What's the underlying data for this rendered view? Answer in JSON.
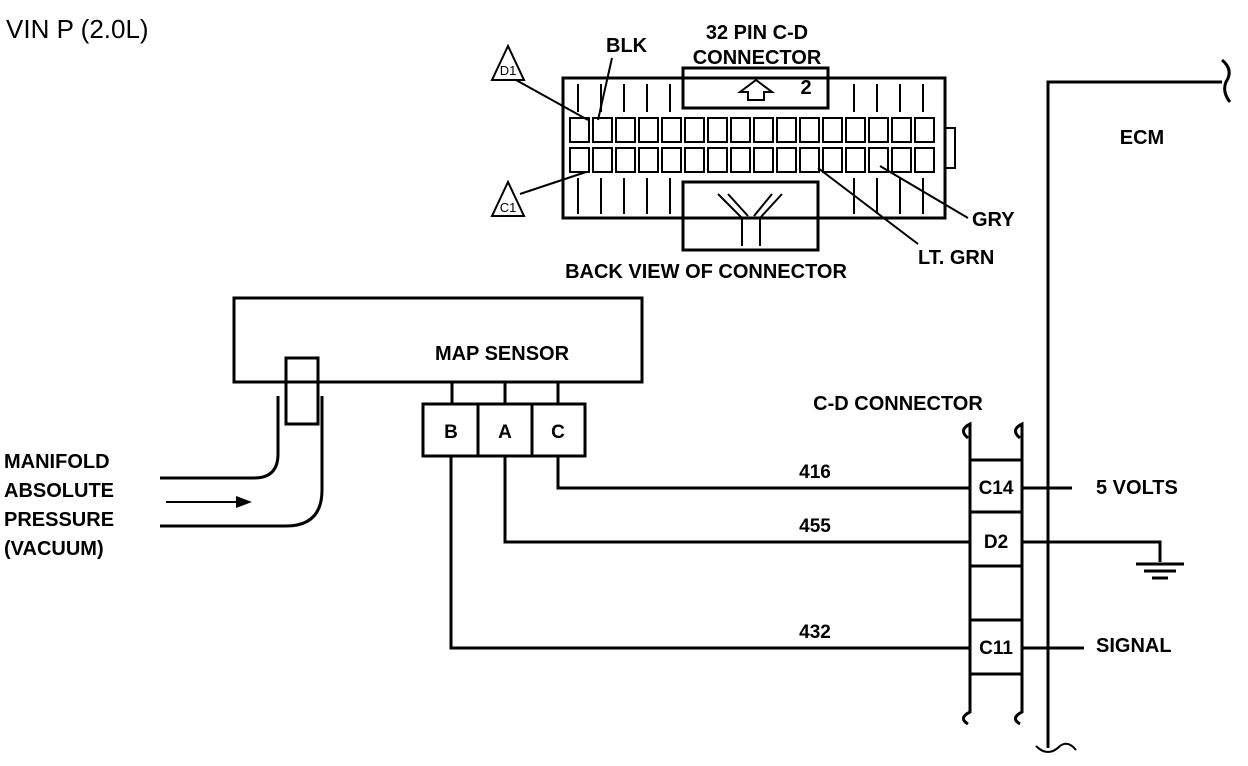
{
  "title": "VIN P (2.0L)",
  "connector_top": {
    "title_line1": "32 PIN C-D",
    "title_line2": "CONNECTOR",
    "view_label": "BACK VIEW OF CONNECTOR",
    "pin_number": "2",
    "callout_d1": "D1",
    "callout_c1": "C1",
    "wire_blk": "BLK",
    "wire_gry": "GRY",
    "wire_ltgrn": "LT. GRN"
  },
  "ecm": {
    "label": "ECM"
  },
  "map_sensor": {
    "label": "MAP SENSOR",
    "terminals": [
      "B",
      "A",
      "C"
    ]
  },
  "cd_connector": {
    "label": "C-D CONNECTOR",
    "pins": [
      "C14",
      "D2",
      "C11"
    ]
  },
  "wires": [
    {
      "circuit": "416",
      "to_pin": "C14",
      "function": "5 VOLTS"
    },
    {
      "circuit": "455",
      "to_pin": "D2",
      "function": ""
    },
    {
      "circuit": "432",
      "to_pin": "C11",
      "function": "SIGNAL"
    }
  ],
  "vacuum_label": [
    "MANIFOLD",
    "ABSOLUTE",
    "PRESSURE",
    "(VACUUM)"
  ]
}
